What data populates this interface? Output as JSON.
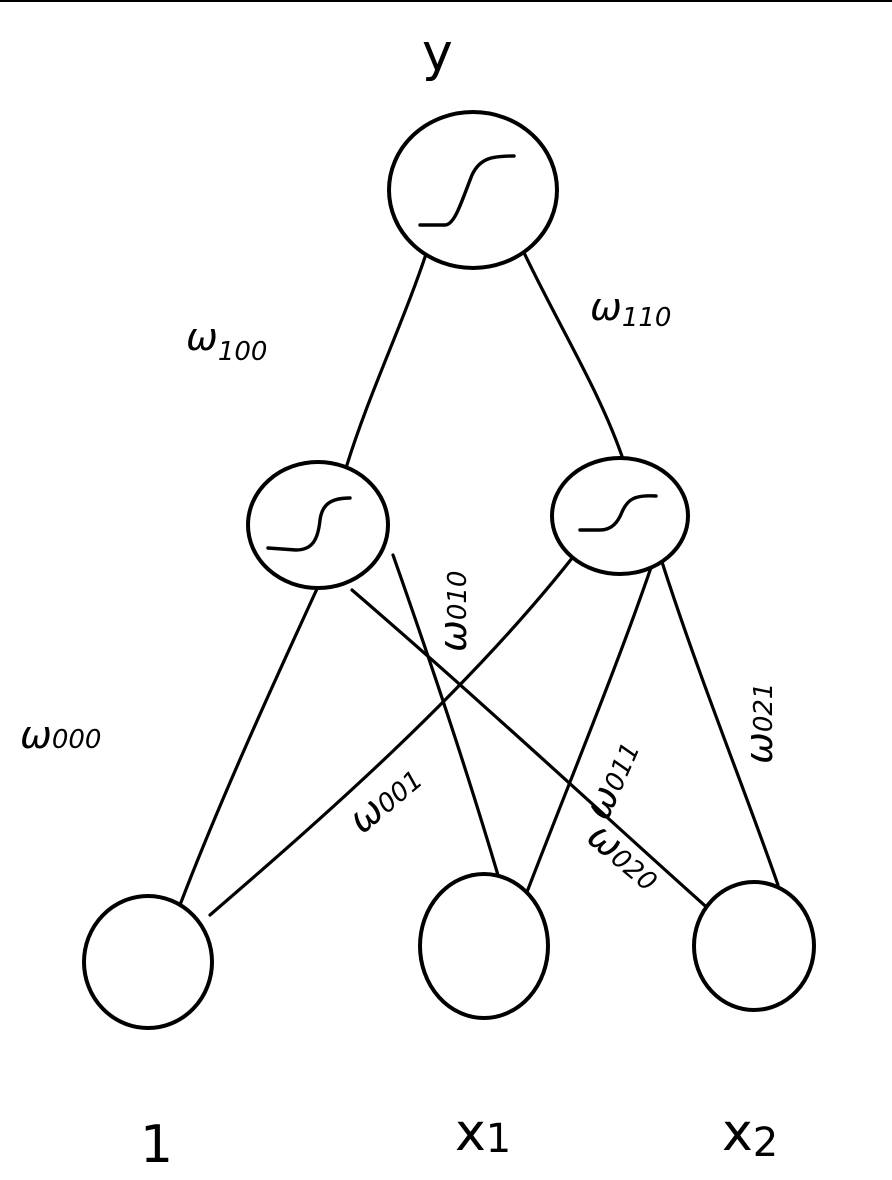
{
  "diagram": {
    "output_label": "y",
    "inputs": [
      {
        "id": "bias",
        "label": "1"
      },
      {
        "id": "x1",
        "label": "x",
        "sub": "1"
      },
      {
        "id": "x2",
        "label": "x",
        "sub": "2"
      }
    ],
    "hidden_nodes": [
      {
        "id": "h0",
        "activation": "sigmoid"
      },
      {
        "id": "h1",
        "activation": "sigmoid"
      }
    ],
    "output_node": {
      "id": "out",
      "activation": "sigmoid"
    },
    "weights": {
      "w100": {
        "main": "ω",
        "sub": "100"
      },
      "w110": {
        "main": "ω",
        "sub": "110"
      },
      "w000": {
        "main": "ω",
        "sub": "000"
      },
      "w010": {
        "main": "ω",
        "sub": "010"
      },
      "w001": {
        "main": "ω",
        "sub": "001"
      },
      "w011": {
        "main": "ω",
        "sub": "011"
      },
      "w020": {
        "main": "ω",
        "sub": "020"
      },
      "w021": {
        "main": "ω",
        "sub": "021"
      }
    }
  }
}
